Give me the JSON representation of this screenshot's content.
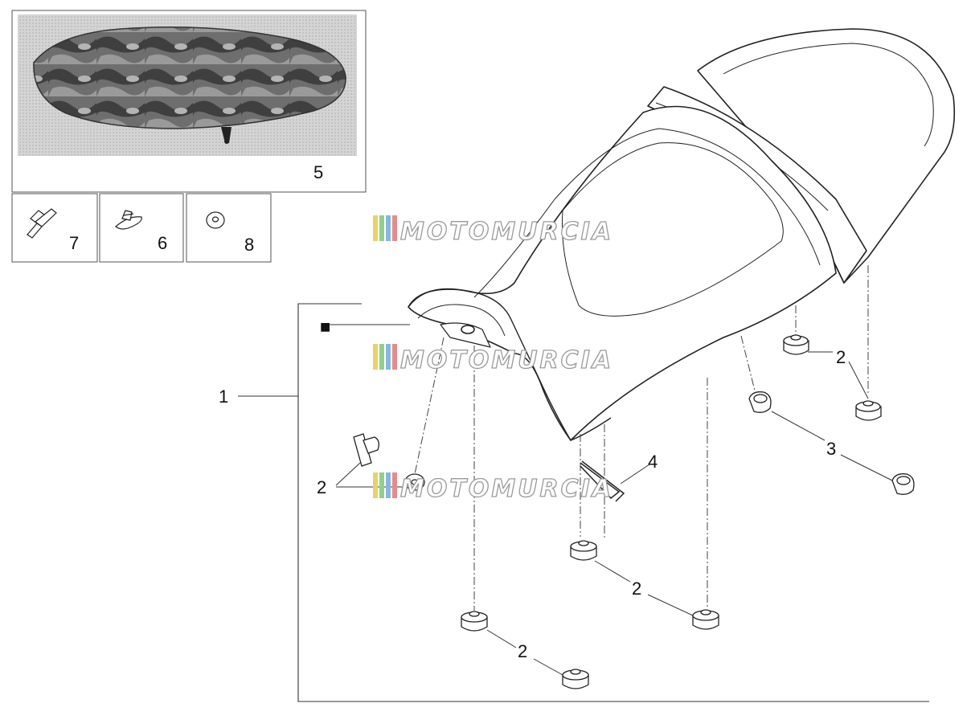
{
  "watermark": {
    "text": "MOTOMURCIA",
    "stripe_colors": [
      "#e8d36a",
      "#8fd08a",
      "#88b6e0",
      "#e48c8c"
    ]
  },
  "accessories": {
    "cover": {
      "number": "5",
      "icon": "seat-cover-photo"
    },
    "bolt": {
      "number": "7",
      "icon": "bolt-icon"
    },
    "clip": {
      "number": "6",
      "icon": "clip-icon"
    },
    "washer": {
      "number": "8",
      "icon": "washer-icon"
    }
  },
  "callouts": {
    "seat_assembly": "1",
    "grommet_a": "2",
    "grommet_b": "2",
    "grommet_c": "2",
    "grommet_d": "2",
    "grommet_e": "2",
    "nut": "3",
    "key": "4"
  },
  "legend": {
    "marker": "■"
  }
}
